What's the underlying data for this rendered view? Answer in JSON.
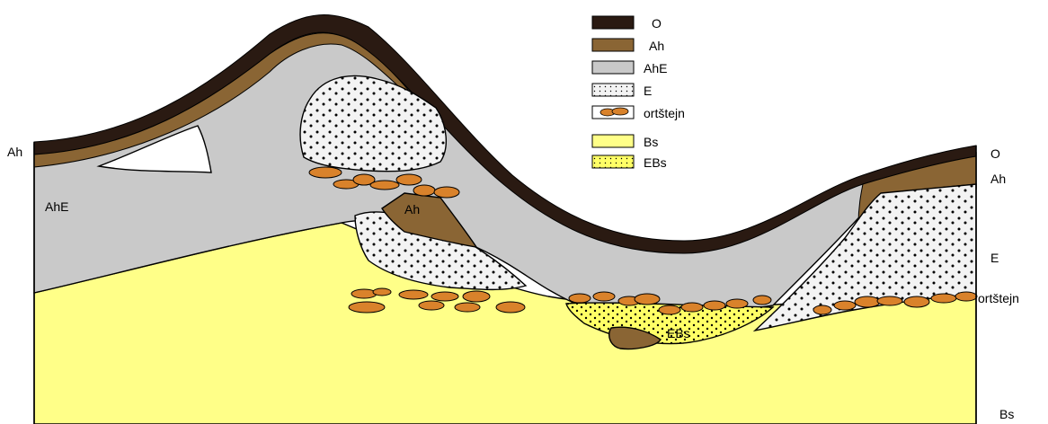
{
  "colors": {
    "O": "#2a1a12",
    "Ah": "#8a6534",
    "AhE": "#c9c9c9",
    "E": "#f3f3f3",
    "ortstejn": "#d9822b",
    "Bs": "#ffff88",
    "EBs": "#ffff66",
    "outline": "#000000"
  },
  "legend": {
    "items": [
      {
        "key": "O",
        "label": "O"
      },
      {
        "key": "Ah",
        "label": "Ah"
      },
      {
        "key": "AhE",
        "label": "AhE"
      },
      {
        "key": "E",
        "label": "E"
      },
      {
        "key": "ortstejn",
        "label": "ortštejn"
      },
      {
        "key": "Bs",
        "label": "Bs"
      },
      {
        "key": "EBs",
        "label": "EBs"
      }
    ]
  },
  "left_labels": {
    "Ah": "Ah"
  },
  "inner_labels": {
    "AhE": "AhE",
    "Ah_block": "Ah",
    "EBs": "EBs"
  },
  "right_labels": {
    "O": "O",
    "Ah": "Ah",
    "E": "E",
    "ortstejn": "ortštejn",
    "Bs": "Bs"
  }
}
